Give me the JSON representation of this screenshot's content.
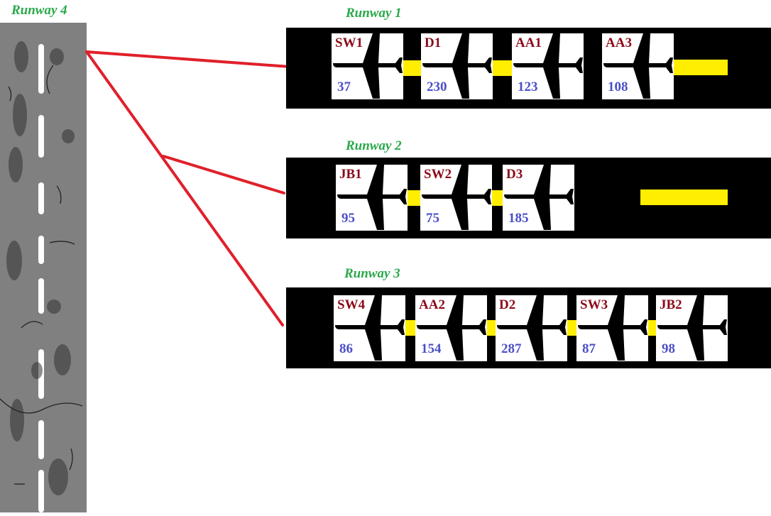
{
  "runways": [
    {
      "id": "runway-1",
      "title": "Runway 1",
      "planes": [
        {
          "code": "SW1",
          "value": "37"
        },
        {
          "code": "D1",
          "value": "230"
        },
        {
          "code": "AA1",
          "value": "123"
        },
        {
          "code": "AA3",
          "value": "108"
        }
      ]
    },
    {
      "id": "runway-2",
      "title": "Runway 2",
      "planes": [
        {
          "code": "JB1",
          "value": "95"
        },
        {
          "code": "SW2",
          "value": "75"
        },
        {
          "code": "D3",
          "value": "185"
        }
      ]
    },
    {
      "id": "runway-3",
      "title": "Runway 3",
      "planes": [
        {
          "code": "SW4",
          "value": "86"
        },
        {
          "code": "AA2",
          "value": "154"
        },
        {
          "code": "D2",
          "value": "287"
        },
        {
          "code": "SW3",
          "value": "87"
        },
        {
          "code": "JB2",
          "value": "98"
        }
      ]
    }
  ],
  "runway4": {
    "title": "Runway 4"
  },
  "colors": {
    "title": "#2aa84a",
    "code": "#8b0a1a",
    "number": "#4b4fc8",
    "connector": "#e0202a",
    "link": "#ffee00",
    "strip": "#000000",
    "runway4": "#808080"
  },
  "icons": {
    "plane": "airplane-icon"
  }
}
